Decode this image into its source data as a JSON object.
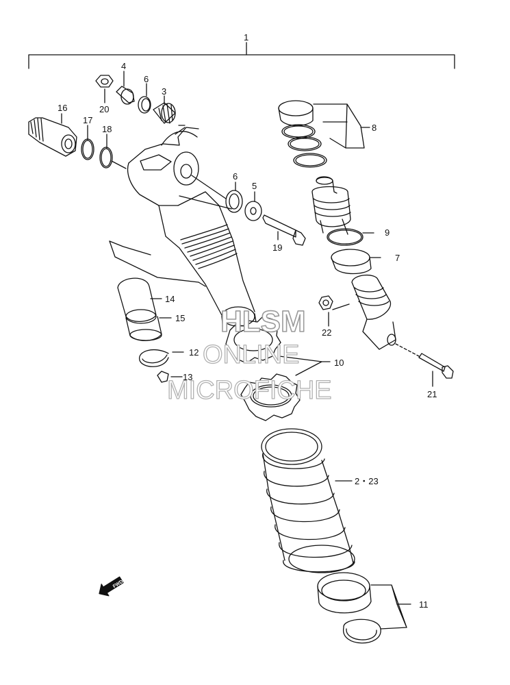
{
  "callouts": {
    "c1": "1",
    "c2_23": "2・23",
    "c3": "3",
    "c4": "4",
    "c5": "5",
    "c6a": "6",
    "c6b": "6",
    "c7": "7",
    "c8": "8",
    "c9": "9",
    "c10": "10",
    "c11": "11",
    "c12": "12",
    "c13": "13",
    "c14": "14",
    "c15": "15",
    "c16": "16",
    "c17": "17",
    "c18": "18",
    "c19": "19",
    "c20": "20",
    "c21": "21",
    "c22": "22"
  },
  "watermark": {
    "line1": "HLSM",
    "line2": "ONLINE",
    "line3": "MICROFICHE"
  },
  "fwd_arrow": {
    "text": "FWD",
    "icon": "fwd-arrow-icon"
  },
  "colors": {
    "line": "#111111",
    "watermark_stroke": "#9a9a9a"
  }
}
